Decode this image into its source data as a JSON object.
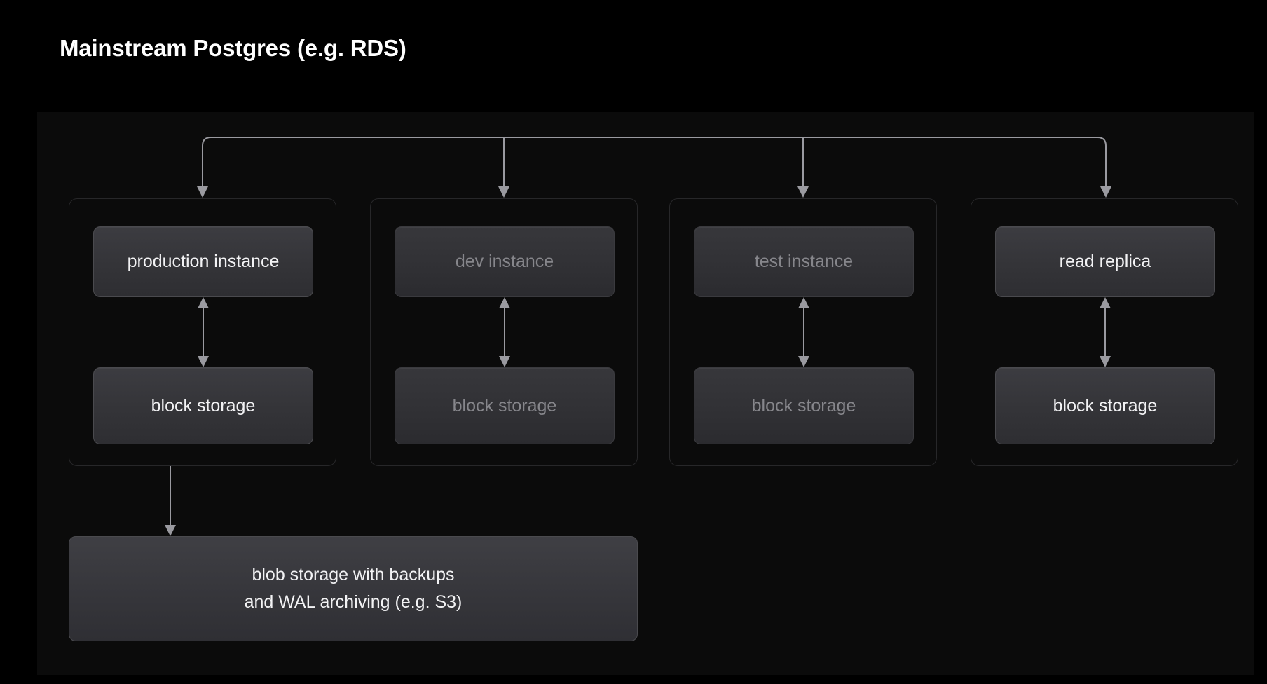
{
  "page": {
    "title": "Mainstream Postgres (e.g. RDS)",
    "background_color": "#000000",
    "panel_color": "#0b0b0b"
  },
  "diagram": {
    "connector_color": "#9a9aa0",
    "active_text_color": "#f2f2f4",
    "dimmed_text_color": "#86868b",
    "groups": [
      {
        "id": "production",
        "state": "active",
        "instance_label": "production instance",
        "storage_label": "block storage"
      },
      {
        "id": "dev",
        "state": "dimmed",
        "instance_label": "dev instance",
        "storage_label": "block storage"
      },
      {
        "id": "test",
        "state": "dimmed",
        "instance_label": "test instance",
        "storage_label": "block storage"
      },
      {
        "id": "replica",
        "state": "active",
        "instance_label": "read replica",
        "storage_label": "block storage"
      }
    ],
    "blob_storage": {
      "line1": "blob storage with backups",
      "line2": "and WAL archiving (e.g. S3)"
    }
  }
}
